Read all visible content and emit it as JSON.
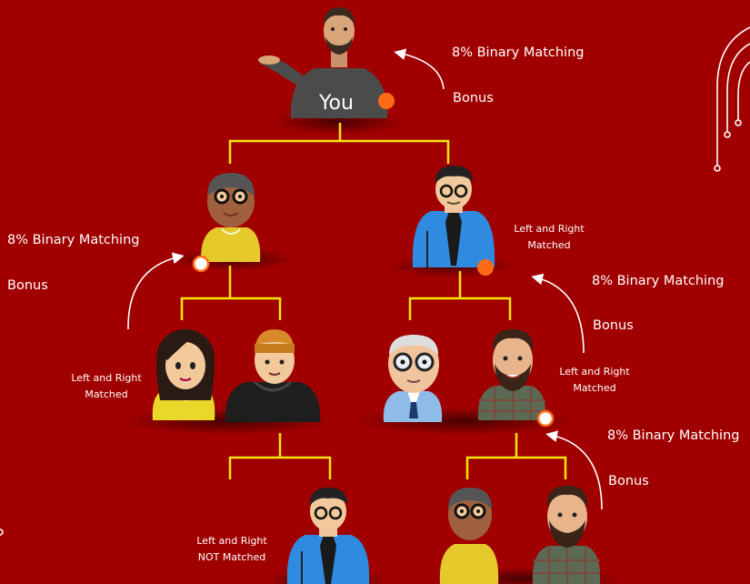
{
  "colors": {
    "background": "#a00000",
    "connector": "#f5e60a",
    "dot_orange": "#ff6a14",
    "dot_white": "#ffffff",
    "text": "#ffffff"
  },
  "root": {
    "label": "You"
  },
  "annotations": [
    {
      "id": "a1",
      "title": "8% Binary Matching",
      "subtitle": "Bonus"
    },
    {
      "id": "a2",
      "title": "8% Binary Matching",
      "subtitle": "Bonus"
    },
    {
      "id": "a3",
      "title": "8% Binary Matching",
      "subtitle": "Bonus"
    },
    {
      "id": "a4",
      "title": "8% Binary Matching",
      "subtitle": "Bonus"
    }
  ],
  "match_labels": [
    {
      "line1": "Left and Right",
      "line2": "Matched"
    },
    {
      "line1": "Left and Right",
      "line2": "Matched"
    },
    {
      "line1": "Left and Right",
      "line2": "Matched"
    },
    {
      "line1": "Left and Right",
      "line2": "NOT Matched"
    }
  ],
  "avatars": [
    {
      "id": "you",
      "name": "man-gray-sweater-avatar"
    },
    {
      "id": "l1",
      "name": "person-yellow-hoodie-glasses-avatar"
    },
    {
      "id": "r1",
      "name": "man-blue-shirt-tie-avatar"
    },
    {
      "id": "l2a",
      "name": "woman-yellow-top-avatar"
    },
    {
      "id": "l2b",
      "name": "man-black-hoodie-beanie-avatar"
    },
    {
      "id": "r2a",
      "name": "old-man-glasses-avatar"
    },
    {
      "id": "r2b",
      "name": "bearded-man-plaid-avatar"
    },
    {
      "id": "l3",
      "name": "man-blue-shirt-tie-avatar"
    },
    {
      "id": "r3a",
      "name": "person-yellow-hoodie-glasses-avatar"
    },
    {
      "id": "r3b",
      "name": "bearded-man-plaid-avatar"
    }
  ]
}
